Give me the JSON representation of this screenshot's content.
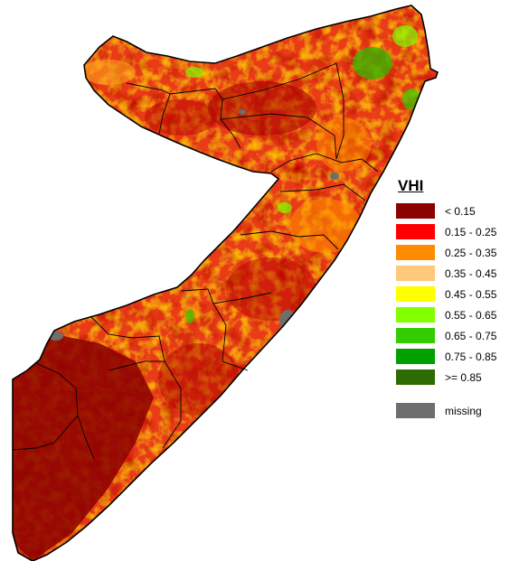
{
  "legend": {
    "title": "VHI",
    "classes": [
      {
        "label": "< 0.15",
        "color": "#8b0000"
      },
      {
        "label": "0.15 - 0.25",
        "color": "#ff0000"
      },
      {
        "label": "0.25 - 0.35",
        "color": "#ff8c00"
      },
      {
        "label": "0.35 - 0.45",
        "color": "#ffc87a"
      },
      {
        "label": "0.45 - 0.55",
        "color": "#ffff00"
      },
      {
        "label": "0.55 - 0.65",
        "color": "#80ff00"
      },
      {
        "label": "0.65 - 0.75",
        "color": "#33cc00"
      },
      {
        "label": "0.75 - 0.85",
        "color": "#00a000"
      },
      {
        "label": ">= 0.85",
        "color": "#2e6b00"
      }
    ],
    "missing": {
      "label": "missing",
      "color": "#6e6e6e"
    }
  }
}
